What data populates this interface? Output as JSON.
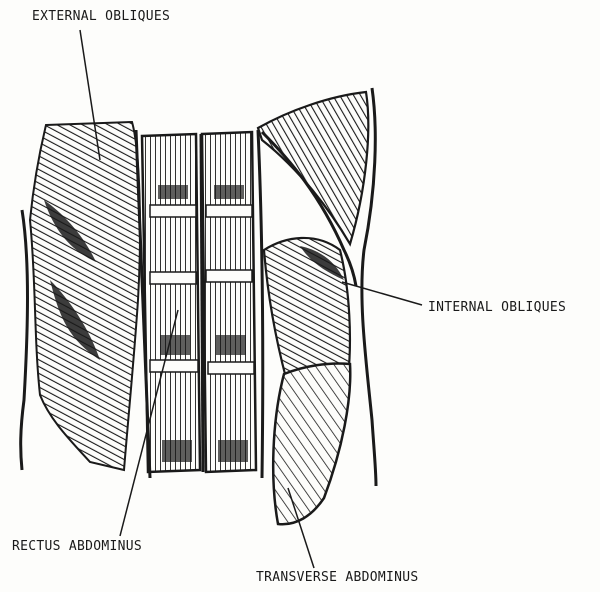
{
  "labels": {
    "external_obliques": "EXTERNAL OBLIQUES",
    "internal_obliques": "INTERNAL OBLIQUES",
    "rectus_abdominus": "RECTUS ABDOMINUS",
    "transverse_abdominus": "TRANSVERSE ABDOMINUS"
  },
  "colors": {
    "paper": "#fdfdfb",
    "ink": "#1a1a1a"
  }
}
